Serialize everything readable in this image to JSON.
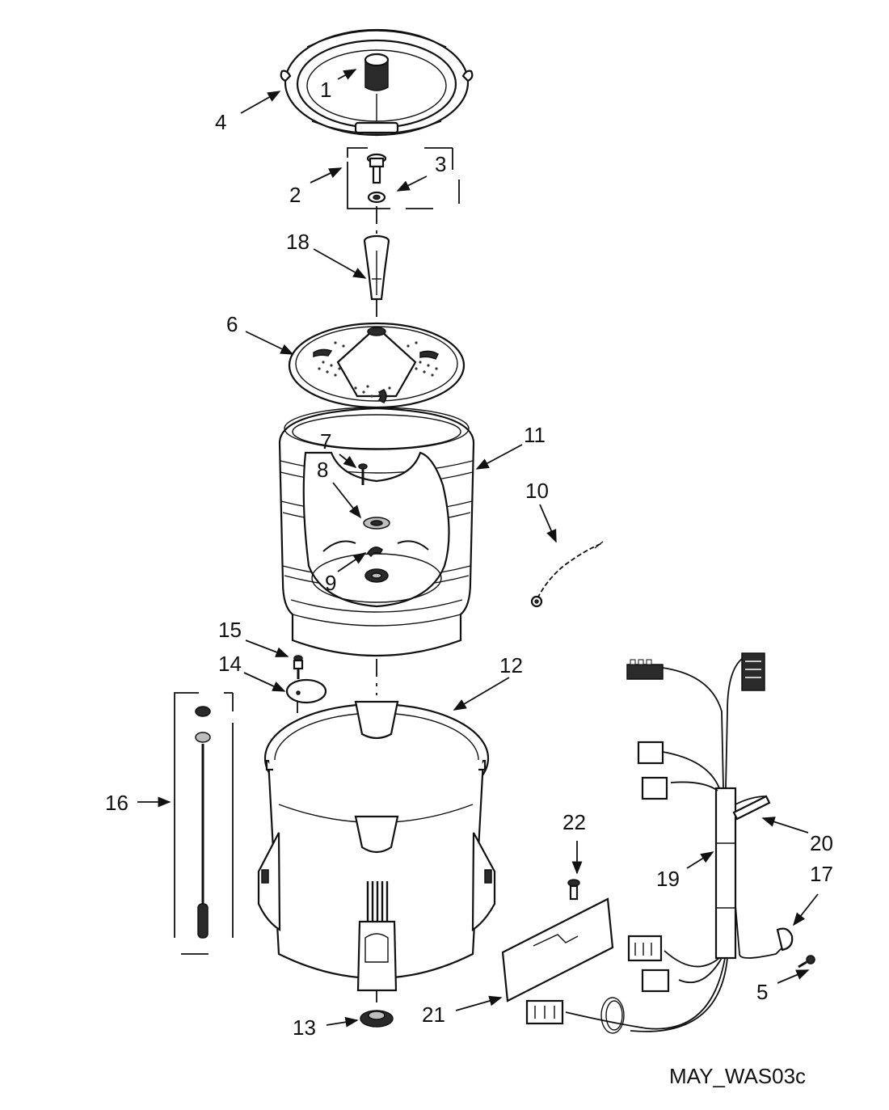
{
  "diagram": {
    "code": "MAY_WAS03c",
    "callouts": [
      "1",
      "2",
      "3",
      "4",
      "5",
      "6",
      "7",
      "8",
      "9",
      "10",
      "11",
      "12",
      "13",
      "14",
      "15",
      "16",
      "17",
      "18",
      "19",
      "20",
      "21",
      "22"
    ]
  }
}
